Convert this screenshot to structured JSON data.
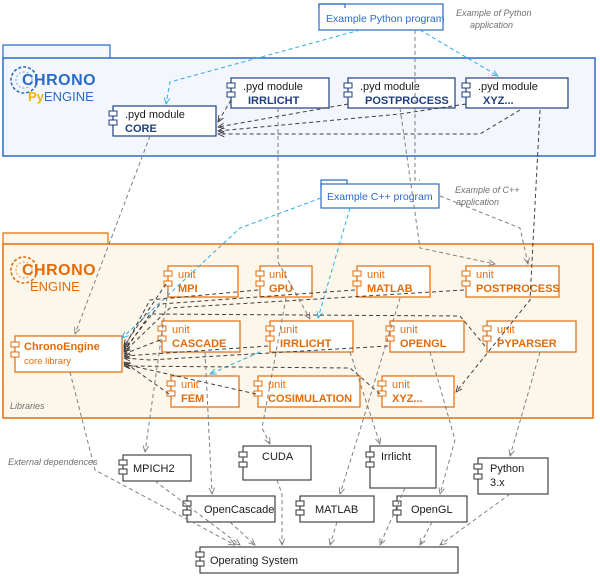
{
  "colors": {
    "blue": "#2b6bc8",
    "blue_dark": "#1f3f80",
    "blue_fill": "#f3f6fd",
    "orange": "#e36c09",
    "orange_fill": "#fdf6ea",
    "cyan_arrow": "#29aee6",
    "gray_arrow": "#7f7f7f",
    "dark_arrow": "#404040"
  },
  "python_example": {
    "label": "Example Python program",
    "note_line1": "Example of Python",
    "note_line2": "application"
  },
  "cpp_example": {
    "label": "Example C++ program",
    "note_line1": "Example of C++",
    "note_line2": "application"
  },
  "pychrono_logo": {
    "line1": "CHRONO",
    "line2_a": "Py",
    "line2_b": "ENGINE"
  },
  "chrono_logo": {
    "line1": "CHRONO",
    "line2": "ENGINE"
  },
  "pyd_modules": [
    {
      "kind": ".pyd module",
      "name": "CORE"
    },
    {
      "kind": ".pyd module",
      "name": "IRRLICHT"
    },
    {
      "kind": ".pyd module",
      "name": "POSTPROCESS"
    },
    {
      "kind": ".pyd module",
      "name": "XYZ..."
    }
  ],
  "core_library": {
    "title": "ChronoEngine",
    "subtitle": "core library"
  },
  "units": [
    {
      "kind": "unit",
      "name": "MPI"
    },
    {
      "kind": "unit",
      "name": "GPU"
    },
    {
      "kind": "unit",
      "name": "MATLAB"
    },
    {
      "kind": "unit",
      "name": "POSTPROCESS"
    },
    {
      "kind": "unit",
      "name": "CASCADE"
    },
    {
      "kind": "unit",
      "name": "IRRLICHT"
    },
    {
      "kind": "unit",
      "name": "OPENGL"
    },
    {
      "kind": "unit",
      "name": "PYPARSER"
    },
    {
      "kind": "unit",
      "name": "FEM"
    },
    {
      "kind": "unit",
      "name": "COSIMULATION"
    },
    {
      "kind": "unit",
      "name": "XYZ..."
    }
  ],
  "libraries_label": "Libraries",
  "external_label": "External dependences",
  "externals": [
    {
      "label": "MPICH2"
    },
    {
      "label": "CUDA"
    },
    {
      "label": "Irrlicht"
    },
    {
      "label": "Python",
      "label2": "3.x"
    },
    {
      "label": "OpenCascade"
    },
    {
      "label": "MATLAB"
    },
    {
      "label": "OpenGL"
    }
  ],
  "operating_system": {
    "label": "Operating System"
  }
}
